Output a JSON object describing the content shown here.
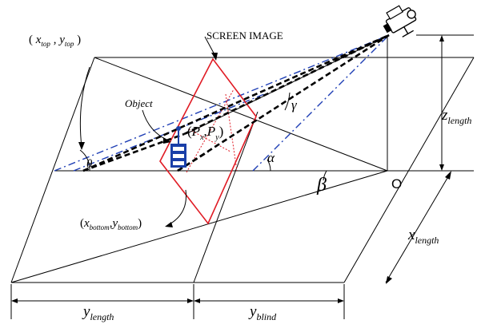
{
  "labels": {
    "screen_image": "SCREEN IMAGE",
    "object": "Object",
    "top_point": {
      "open": "( ",
      "x": "x",
      "x_sub": "top",
      "comma": " , ",
      "y": "y",
      "y_sub": "top",
      "close": " )"
    },
    "bottom_point": {
      "open": "(",
      "x": "x",
      "x_sub": "bottom",
      "comma": ",",
      "y": "y",
      "y_sub": "bottom",
      "close": ")"
    },
    "p_point": {
      "open": "(",
      "px": "P",
      "px_sub": "x",
      "comma": ",",
      "py": "P",
      "py_sub": "y",
      "close": ")"
    },
    "theta": "θ",
    "alpha": "α",
    "beta": "β",
    "gamma": "γ",
    "origin": "O",
    "z_length": {
      "main": "z",
      "sub": "length"
    },
    "x_length": {
      "main": "x",
      "sub": "length"
    },
    "y_length": {
      "main": "y",
      "sub": "length"
    },
    "y_blind": {
      "main": "y",
      "sub": "blind"
    }
  },
  "colors": {
    "line": "#000000",
    "screen_plane": "#e01b24",
    "view_boundary": "#1f3fb5",
    "object_body": "#1a3fa8"
  },
  "icons": [
    "camera-icon",
    "object-icon"
  ]
}
